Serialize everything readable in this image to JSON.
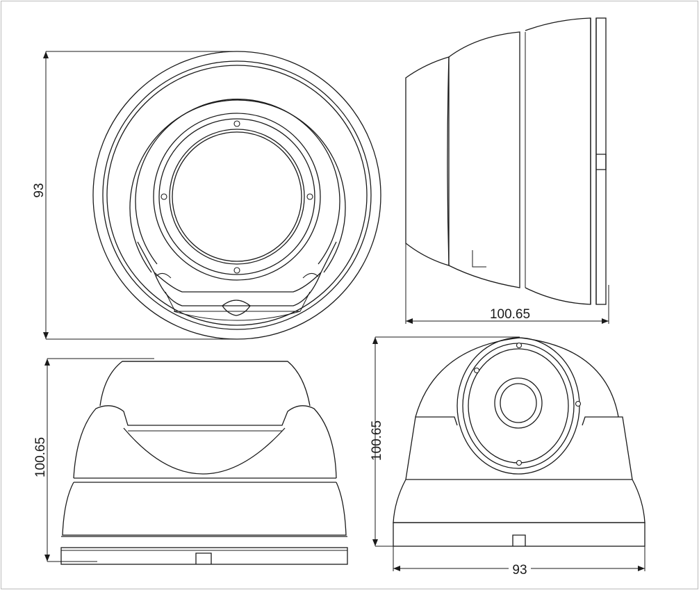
{
  "dimensions": {
    "front_height": "93",
    "side_width": "100.65",
    "elevation_height": "100.65",
    "oblique_height": "100.65",
    "oblique_width": "93"
  },
  "line_color": "#1a1a1a",
  "background_color": "#ffffff"
}
